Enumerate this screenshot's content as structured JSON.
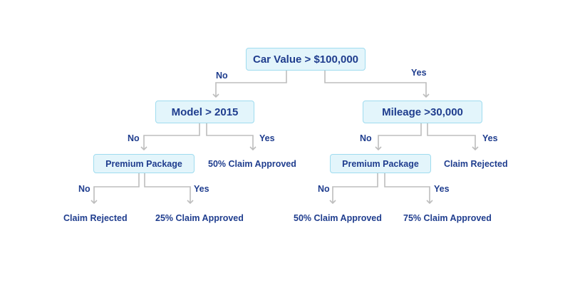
{
  "nodes": {
    "root": "Car Value > $100,000",
    "model": "Model > 2015",
    "mileage": "Mileage >30,000",
    "premium_left": "Premium Package",
    "premium_right": "Premium Package"
  },
  "edges": {
    "root_no": "No",
    "root_yes": "Yes",
    "model_no": "No",
    "model_yes": "Yes",
    "mileage_no": "No",
    "mileage_yes": "Yes",
    "premium_left_no": "No",
    "premium_left_yes": "Yes",
    "premium_right_no": "No",
    "premium_right_yes": "Yes"
  },
  "leaves": {
    "model_yes": "50% Claim Approved",
    "mileage_yes": "Claim Rejected",
    "premium_left_no": "Claim Rejected",
    "premium_left_yes": "25% Claim Approved",
    "premium_right_no": "50% Claim Approved",
    "premium_right_yes": "75% Claim Approved"
  },
  "colors": {
    "node_fill": "#e3f5fb",
    "node_border": "#9fdcef",
    "text": "#1f3d8e",
    "connector": "#bdbdbd"
  }
}
